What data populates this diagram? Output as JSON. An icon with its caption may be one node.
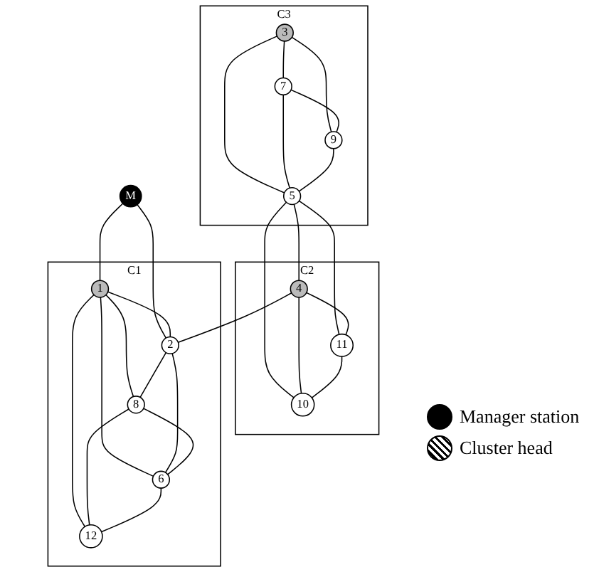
{
  "diagram": {
    "nodes": [
      {
        "text": [
          "C3"
        ]
      },
      {
        "text": [
          "3"
        ],
        "in": 0
      },
      {
        "text": [
          "7"
        ],
        "in": 0
      },
      {
        "text": [
          "9"
        ],
        "in": 0
      },
      {
        "text": [
          "5"
        ],
        "in": 0
      },
      {
        "text": [
          "C2"
        ]
      },
      {
        "text": [
          "4"
        ],
        "in": 5
      },
      {
        "text": [
          "11"
        ],
        "in": 5
      },
      {
        "text": [
          "10"
        ],
        "in": 5
      },
      {
        "text": [
          "M"
        ]
      },
      {
        "text": [
          "C1"
        ]
      },
      {
        "text": [
          "2"
        ],
        "in": 10
      },
      {
        "text": [
          "1"
        ],
        "in": 10
      },
      {
        "text": [
          "6"
        ],
        "in": 10
      },
      {
        "text": [
          "8"
        ],
        "in": 10
      },
      {
        "text": [
          "12"
        ],
        "in": 10
      }
    ],
    "edges": [
      {
        "from": 1,
        "to": 2,
        "arrow": "none"
      },
      {
        "from": 1,
        "to": 3,
        "arrow": "none"
      },
      {
        "from": 1,
        "to": 4,
        "arrow": "none"
      },
      {
        "from": 2,
        "to": 3,
        "arrow": "none"
      },
      {
        "from": 2,
        "to": 4,
        "arrow": "none"
      },
      {
        "from": 3,
        "to": 4,
        "arrow": "none"
      },
      {
        "from": 4,
        "to": 6,
        "arrow": "none"
      },
      {
        "from": 4,
        "to": 8,
        "arrow": "none"
      },
      {
        "from": 4,
        "to": 7,
        "arrow": "none"
      },
      {
        "from": 6,
        "to": 7,
        "arrow": "none"
      },
      {
        "from": 6,
        "to": 8,
        "arrow": "none"
      },
      {
        "from": 7,
        "to": 8,
        "arrow": "none"
      },
      {
        "from": 6,
        "to": 11,
        "arrow": "none"
      },
      {
        "from": 9,
        "to": 12,
        "arrow": "none"
      },
      {
        "from": 9,
        "to": 11,
        "arrow": "none"
      },
      {
        "from": 12,
        "to": 11,
        "arrow": "none"
      },
      {
        "from": 12,
        "to": 14,
        "arrow": "none"
      },
      {
        "from": 12,
        "to": 13,
        "arrow": "none"
      },
      {
        "from": 12,
        "to": 15,
        "arrow": "none"
      },
      {
        "from": 11,
        "to": 14,
        "arrow": "none"
      },
      {
        "from": 11,
        "to": 13,
        "arrow": "none"
      },
      {
        "from": 14,
        "to": 13,
        "arrow": "none"
      },
      {
        "from": 14,
        "to": 15,
        "arrow": "none"
      },
      {
        "from": 13,
        "to": 15,
        "arrow": "none"
      }
    ],
    "legend": [
      {
        "text": "Manager station",
        "color": "#000000"
      },
      {
        "text": "Cluster head"
      }
    ]
  }
}
